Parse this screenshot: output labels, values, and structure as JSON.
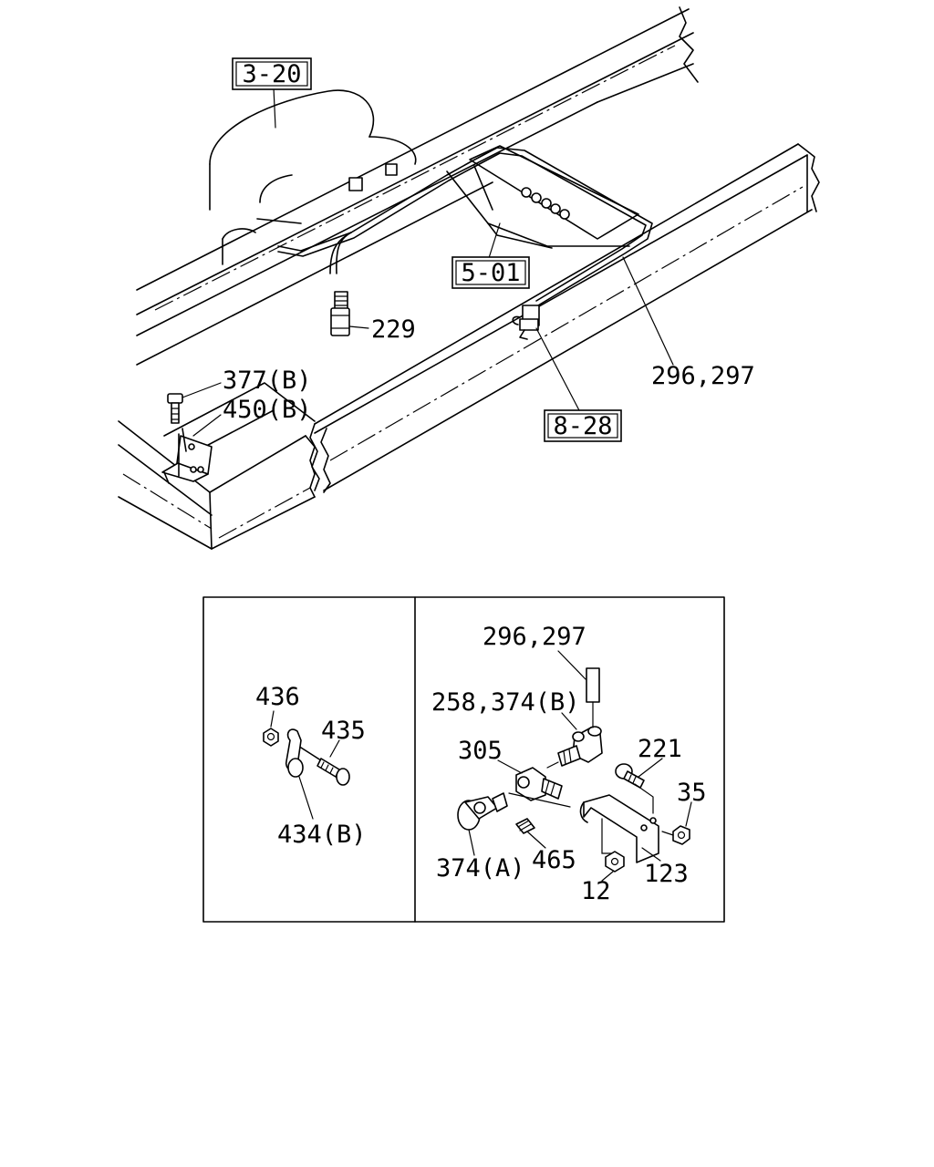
{
  "ref_boxes": {
    "ref_3_20": "3-20",
    "ref_5_01": "5-01",
    "ref_8_28": "8-28"
  },
  "main_view": {
    "lbl_229": "229",
    "lbl_296_297": "296,297",
    "lbl_377b": "377(B)",
    "lbl_450b": "450(B)"
  },
  "detail_left": {
    "lbl_436": "436",
    "lbl_435": "435",
    "lbl_434b": "434(B)"
  },
  "detail_right": {
    "lbl_296_297": "296,297",
    "lbl_258_374b": "258,374(B)",
    "lbl_305": "305",
    "lbl_221": "221",
    "lbl_35": "35",
    "lbl_374a": "374(A)",
    "lbl_465": "465",
    "lbl_123": "123",
    "lbl_12": "12"
  }
}
